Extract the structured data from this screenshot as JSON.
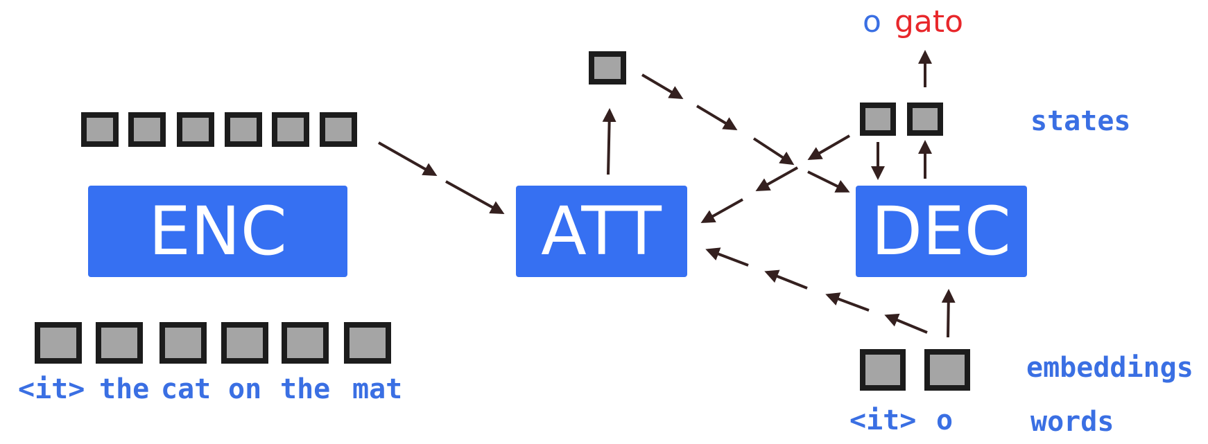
{
  "blocks": {
    "encoder": "ENC",
    "attention": "ATT",
    "decoder": "DEC"
  },
  "source_words": [
    "<it>",
    "the",
    "cat",
    "on",
    "the",
    "mat"
  ],
  "target_input_words": [
    "<it>",
    "o"
  ],
  "output_words": [
    "o",
    "gato"
  ],
  "side_labels": {
    "states": "states",
    "embeddings": "embeddings",
    "words": "words"
  },
  "colors": {
    "block_fill": "#3670f2",
    "word_text": "#3a6fe3",
    "output_highlight": "#e8272b",
    "cell_fill": "#a5a5a5",
    "cell_border": "#1c1c1c",
    "arrow": "#34201f"
  }
}
